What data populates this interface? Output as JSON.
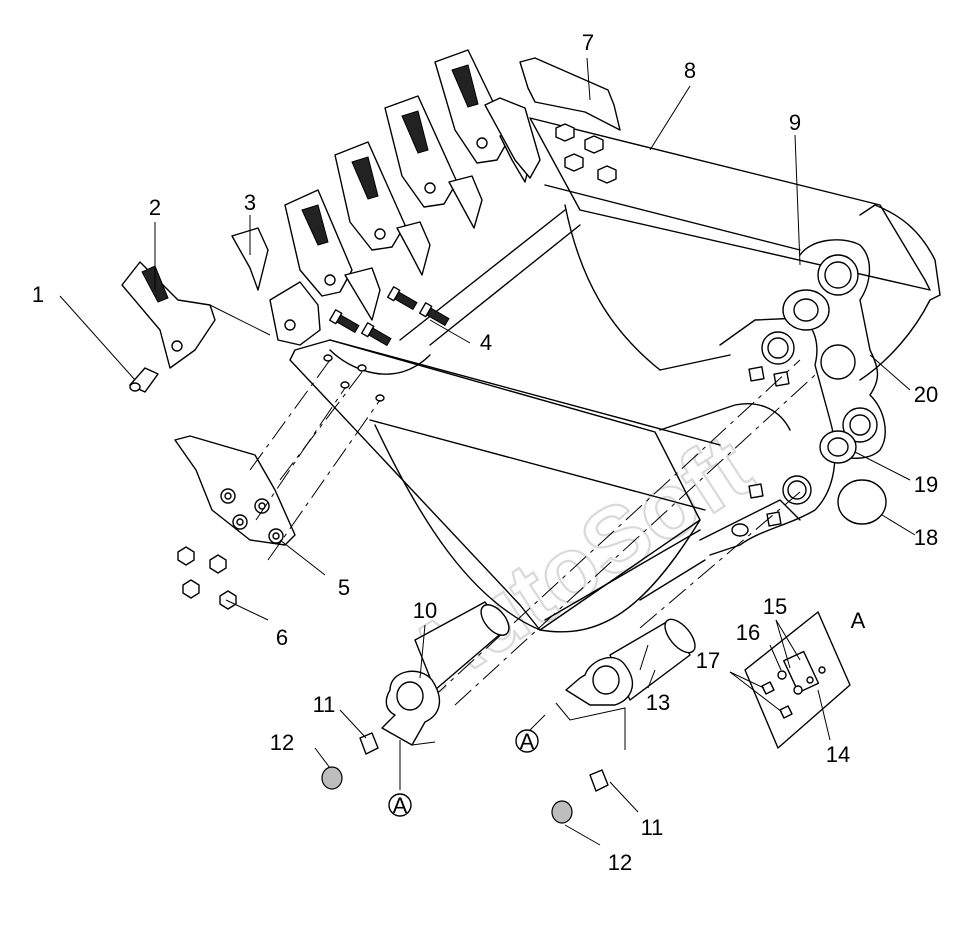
{
  "diagram": {
    "callouts": {
      "c1": "1",
      "c2": "2",
      "c3": "3",
      "c4": "4",
      "c5": "5",
      "c6": "6",
      "c7": "7",
      "c8": "8",
      "c9": "9",
      "c10": "10",
      "c11a": "11",
      "c11b": "11",
      "c12a": "12",
      "c12b": "12",
      "c13": "13",
      "c14": "14",
      "c15": "15",
      "c16": "16",
      "c17": "17",
      "c18": "18",
      "c19": "19",
      "c20": "20"
    },
    "detail_label": "A",
    "detail_marker_a": "A",
    "detail_marker_b": "A",
    "watermark": "AutoSoft"
  }
}
